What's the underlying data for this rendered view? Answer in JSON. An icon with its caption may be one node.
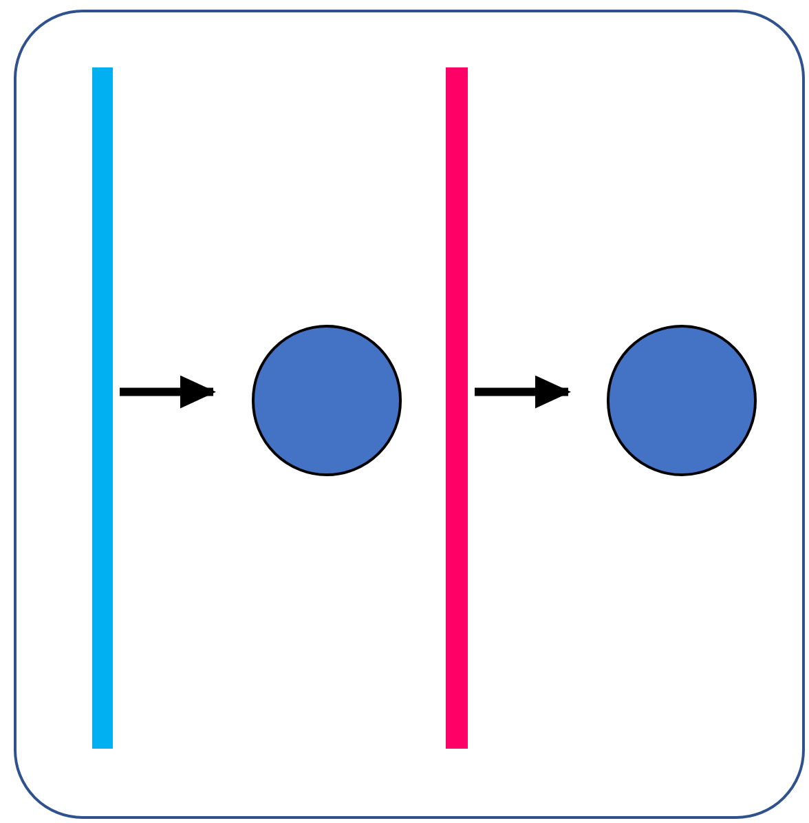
{
  "diagram": {
    "nodes": [
      {
        "text": [],
        "shape": "box"
      },
      {
        "text": [],
        "shape": "bar",
        "in": 0
      },
      {
        "text": [],
        "shape": "circle",
        "in": 0
      },
      {
        "text": [],
        "shape": "bar",
        "in": 0
      },
      {
        "text": [],
        "shape": "circle",
        "in": 0
      }
    ],
    "edges": [
      {
        "from": 1,
        "to": 2,
        "arrow": "to"
      },
      {
        "from": 3,
        "to": 4,
        "arrow": "to"
      }
    ]
  }
}
